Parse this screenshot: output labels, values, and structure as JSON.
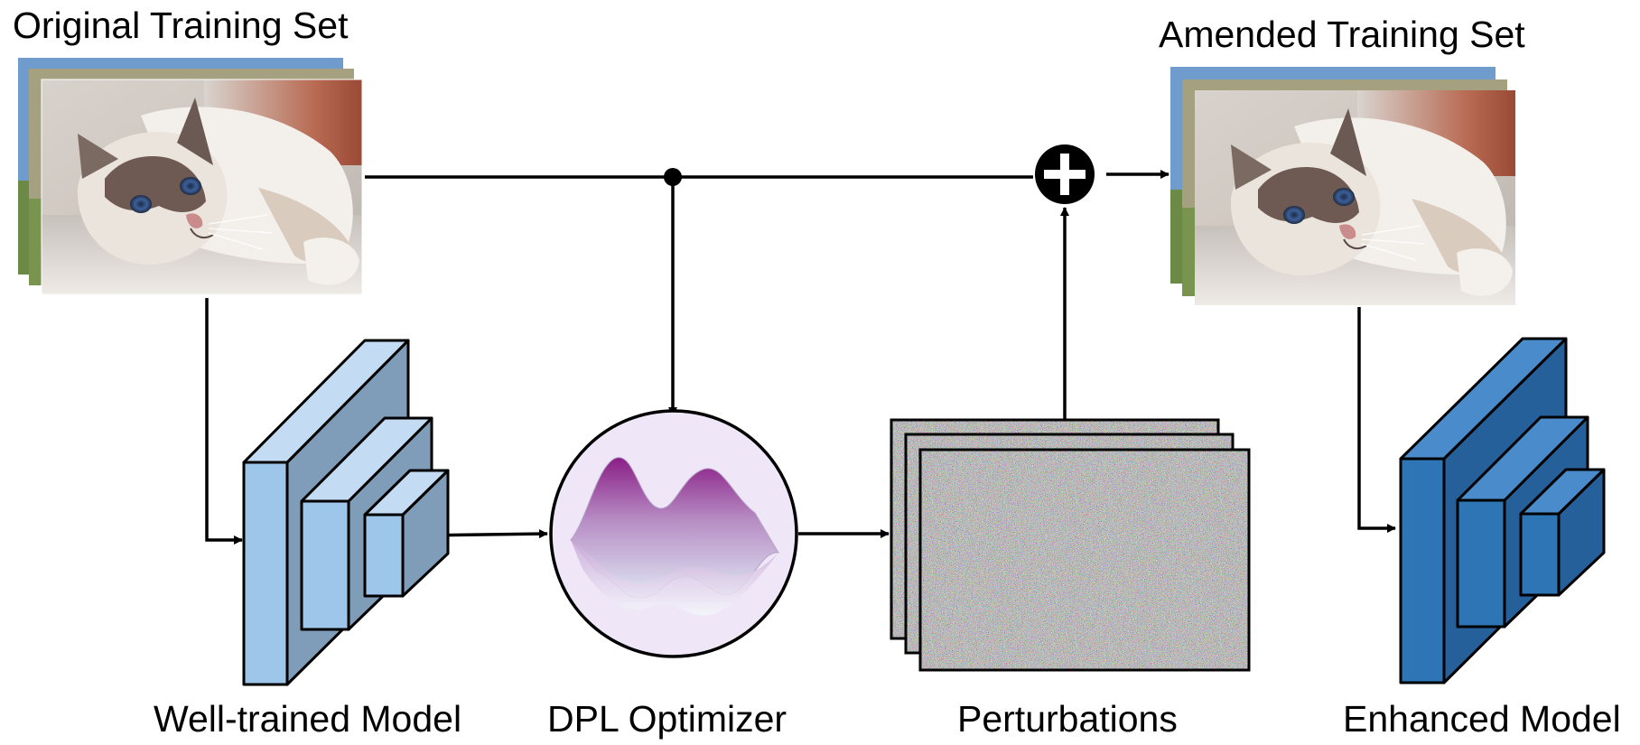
{
  "labels": {
    "original_training_set": "Original Training Set",
    "amended_training_set": "Amended Training Set",
    "well_trained_model": "Well-trained Model",
    "dpl_optimizer": "DPL Optimizer",
    "perturbations": "Perturbations",
    "enhanced_model": "Enhanced Model"
  },
  "colors": {
    "model_light_front": "#9ec6ea",
    "model_light_top": "#c3dcf3",
    "model_light_side": "#7f9db8",
    "model_dark_front": "#2e75b6",
    "model_dark_top": "#4a8ccb",
    "model_dark_side": "#25609a",
    "optimizer_fill": "#efe7f7",
    "stroke": "#000000"
  }
}
